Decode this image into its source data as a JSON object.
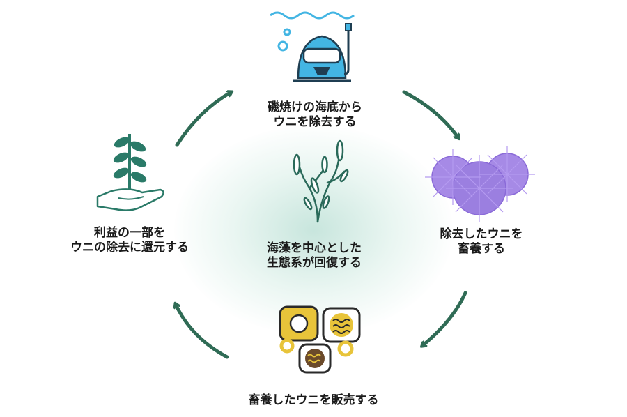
{
  "colors": {
    "arrow": "#2f6b55",
    "icon_teal": "#2a7a68",
    "diver_blue": "#43b5e3",
    "urchin": "#9b7fe0",
    "food_yellow": "#e8c43a"
  },
  "steps": [
    {
      "lines": [
        "磯焼けの海底から",
        "ウニを除去する"
      ],
      "icon": "diver-icon"
    },
    {
      "lines": [
        "除去したウニを",
        "畜養する"
      ],
      "icon": "sea-urchin-icon"
    },
    {
      "lines": [
        "畜養したウニを販売する"
      ],
      "icon": "sushi-icon"
    },
    {
      "lines": [
        "利益の一部を",
        "ウニの除去に還元する"
      ],
      "icon": "plant-in-hand-icon"
    }
  ],
  "center": {
    "lines": [
      "海藻を中心とした",
      "生態系が回復する"
    ],
    "icon": "seaweed-icon"
  }
}
